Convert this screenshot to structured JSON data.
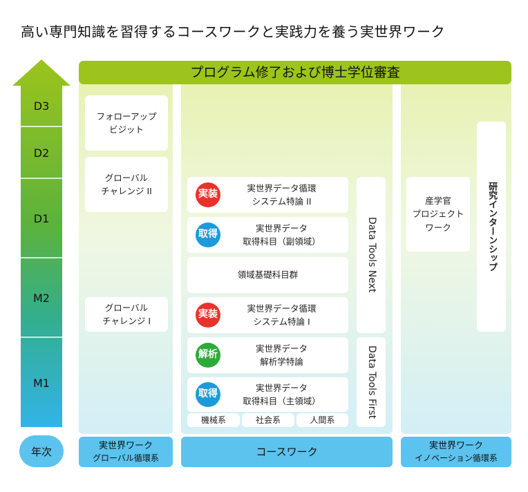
{
  "title": "高い専門知識を習得するコースワークと実践力を養う実世界ワーク",
  "top_bar": "プログラム修了および博士学位審査",
  "years": [
    "D3",
    "D2",
    "D1",
    "M2",
    "M1"
  ],
  "year_label": "年次",
  "left_column": {
    "boxes": [
      {
        "line1": "フォローアップ",
        "line2": "ビジット"
      },
      {
        "line1": "グローバル",
        "line2": "チャレンジ II"
      },
      {
        "line1": "グローバル",
        "line2": "チャレンジ I"
      }
    ],
    "footer": {
      "line1": "実世界ワーク",
      "line2": "グローバル循環系"
    }
  },
  "center_column": {
    "rows": [
      {
        "badge": "実装",
        "line1": "実世界データ循環",
        "line2": "システム特論 II"
      },
      {
        "badge": "取得",
        "line1": "実世界データ",
        "line2": "取得科目（副領域）"
      },
      {
        "badge": "",
        "line1": "領域基礎科目群",
        "line2": ""
      },
      {
        "badge": "実装",
        "line1": "実世界データ循環",
        "line2": "システム特論 I"
      },
      {
        "badge": "解析",
        "line1": "実世界データ",
        "line2": "解析学特論"
      },
      {
        "badge": "取得",
        "line1": "実世界データ",
        "line2": "取得科目（主領域）"
      }
    ],
    "fields": [
      "機械系",
      "社会系",
      "人間系"
    ],
    "tools_next": "Data Tools Next",
    "tools_first": "Data Tools First",
    "footer": "コースワーク"
  },
  "right_column": {
    "box": {
      "line1": "産学官",
      "line2": "プロジェクト",
      "line3": "ワーク"
    },
    "internship": "研究インターンシップ",
    "footer": {
      "line1": "実世界ワーク",
      "line2": "イノベーション循環系"
    }
  },
  "colors": {
    "lime": "#9cc41c",
    "sky": "#5cc2ee",
    "red": "#e8322a",
    "blue": "#1d9ad9",
    "green": "#2eaa3a"
  }
}
